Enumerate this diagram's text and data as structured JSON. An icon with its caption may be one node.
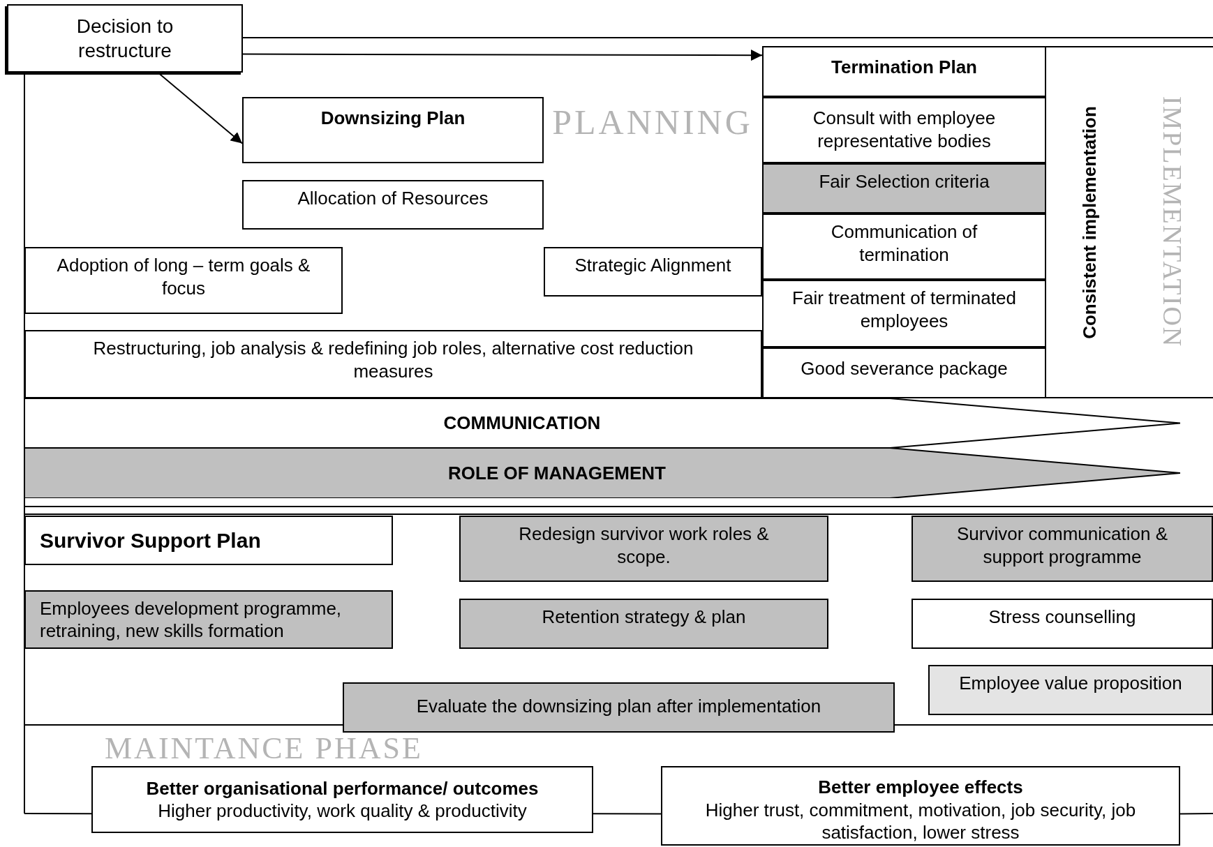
{
  "diagram": {
    "nodes": [
      {
        "text": [
          "Decision to restructure"
        ]
      },
      {
        "text": [
          "Downsizing Plan"
        ]
      },
      {
        "text": [
          "Allocation of Resources"
        ]
      },
      {
        "text": [
          "Adoption of long – term goals & focus"
        ]
      },
      {
        "text": [
          "Strategic Alignment"
        ]
      },
      {
        "text": [
          "Restructuring, job analysis & redefining job roles, alternative cost reduction measures"
        ]
      },
      {
        "text": [
          "Termination Plan"
        ]
      },
      {
        "text": [
          "Consult with employee representative bodies"
        ]
      },
      {
        "text": [
          "Fair Selection criteria"
        ]
      },
      {
        "text": [
          "Communication of termination"
        ]
      },
      {
        "text": [
          "Fair treatment of terminated employees"
        ]
      },
      {
        "text": [
          "Good severance package"
        ]
      },
      {
        "text": [
          "Consistent implementation"
        ]
      },
      {
        "text": [
          "COMMUNICATION"
        ]
      },
      {
        "text": [
          "ROLE OF MANAGEMENT"
        ]
      },
      {
        "text": [
          "Survivor Support Plan"
        ]
      },
      {
        "text": [
          "Redesign survivor work roles & scope."
        ]
      },
      {
        "text": [
          "Survivor communication & support programme"
        ]
      },
      {
        "text": [
          "Employees development programme, retraining, new skills formation"
        ]
      },
      {
        "text": [
          "Retention strategy & plan"
        ]
      },
      {
        "text": [
          "Stress counselling"
        ]
      },
      {
        "text": [
          "Employee value proposition"
        ]
      },
      {
        "text": [
          "Evaluate the downsizing plan after implementation"
        ]
      },
      {
        "text": [
          "Better organisational performance/ outcomes",
          "Higher productivity, work quality & productivity"
        ]
      },
      {
        "text": [
          "Better employee effects",
          "Higher trust, commitment, motivation, job security, job satisfaction, lower stress"
        ]
      }
    ],
    "edges": [
      {
        "from": 0,
        "to": 6,
        "arrow": "to"
      },
      {
        "from": 0,
        "to": 1,
        "arrow": "to"
      },
      {
        "from": 23,
        "to": 24,
        "arrow": "none"
      },
      {
        "from": null,
        "to": 23,
        "arrow": "none"
      },
      {
        "from": 24,
        "to": null,
        "arrow": "none"
      }
    ],
    "labels": [
      "PLANNING",
      "IMPLEMENTATION",
      "MAINTANCE PHASE"
    ]
  }
}
